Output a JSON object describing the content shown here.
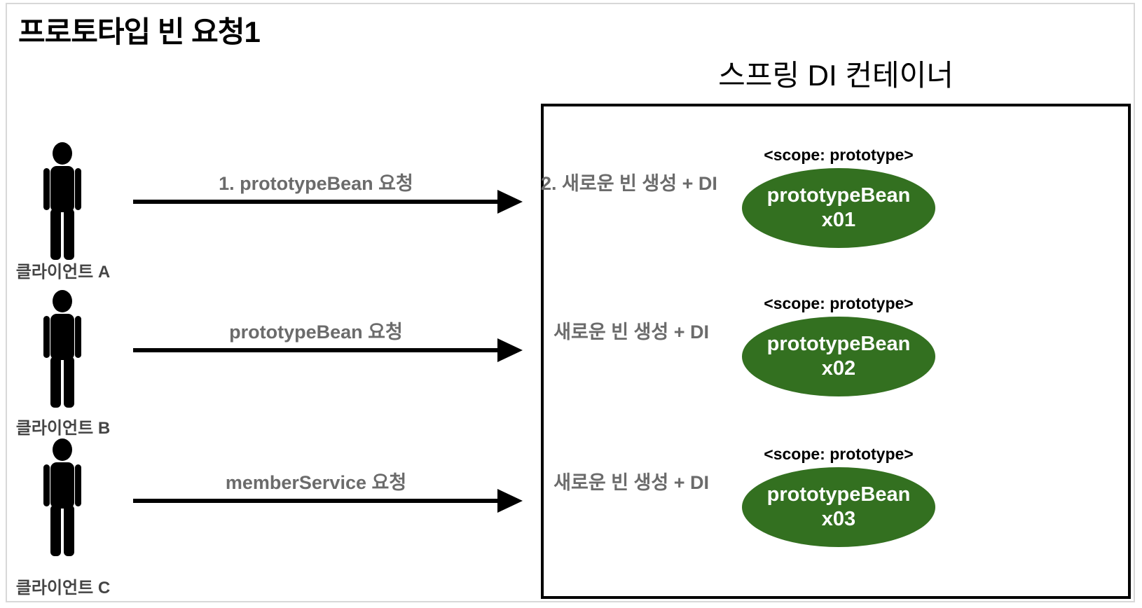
{
  "page_title": "프로토타입 빈 요청1",
  "container": {
    "title": "스프링 DI 컨테이너"
  },
  "rows": [
    {
      "icon": "person-icon",
      "client_label": "클라이언트 A",
      "request_label": "1. prototypeBean 요청",
      "action_label": "2. 새로운 빈 생성 + DI",
      "scope_label": "<scope: prototype>",
      "bean_name": "prototypeBean",
      "bean_instance": "x01"
    },
    {
      "icon": "person-icon",
      "client_label": "클라이언트 B",
      "request_label": "prototypeBean 요청",
      "action_label": "새로운 빈 생성 + DI",
      "scope_label": "<scope: prototype>",
      "bean_name": "prototypeBean",
      "bean_instance": "x02"
    },
    {
      "icon": "person-icon",
      "client_label": "클라이언트 C",
      "request_label": "memberService 요청",
      "action_label": "새로운 빈 생성 + DI",
      "scope_label": "<scope: prototype>",
      "bean_name": "prototypeBean",
      "bean_instance": "x03"
    }
  ],
  "colors": {
    "bean_fill": "#337020",
    "bean_text": "#ffffff",
    "label_gray": "#6b6b6b",
    "client_label_gray": "#454545",
    "arrow_black": "#000000",
    "container_border": "#000000",
    "frame_border": "#d8d8d8",
    "background": "#ffffff"
  }
}
